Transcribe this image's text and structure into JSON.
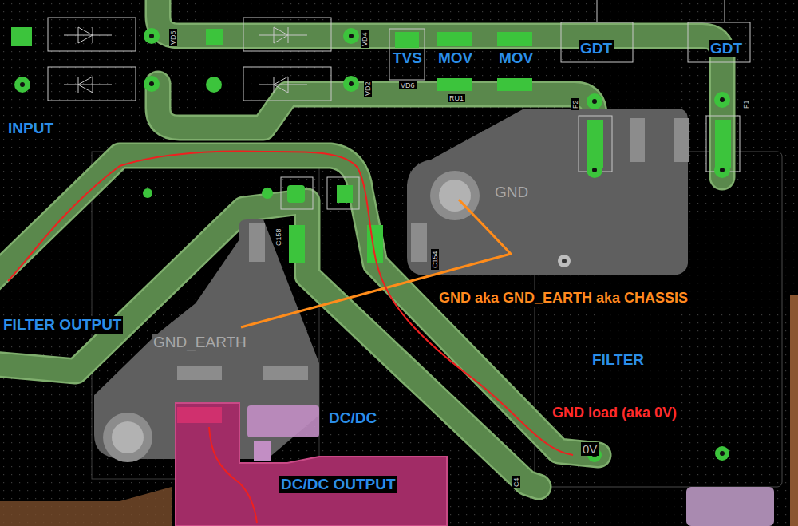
{
  "diagram": {
    "labels": [
      "INPUT",
      "VD5",
      "VD4",
      "VD2",
      "TVS",
      "MOV",
      "MOV",
      "VD6",
      "RU1",
      "GDT",
      "GDT",
      "F2",
      "F1",
      "GND",
      "C154",
      "C158",
      "FILTER OUTPUT",
      "GND aka GND_EARTH aka CHASSIS",
      "GND_EARTH",
      "FILTER",
      "GND load (aka 0V)",
      "DC/DC",
      "0V",
      "DC/DC OUTPUT",
      "C4"
    ]
  }
}
